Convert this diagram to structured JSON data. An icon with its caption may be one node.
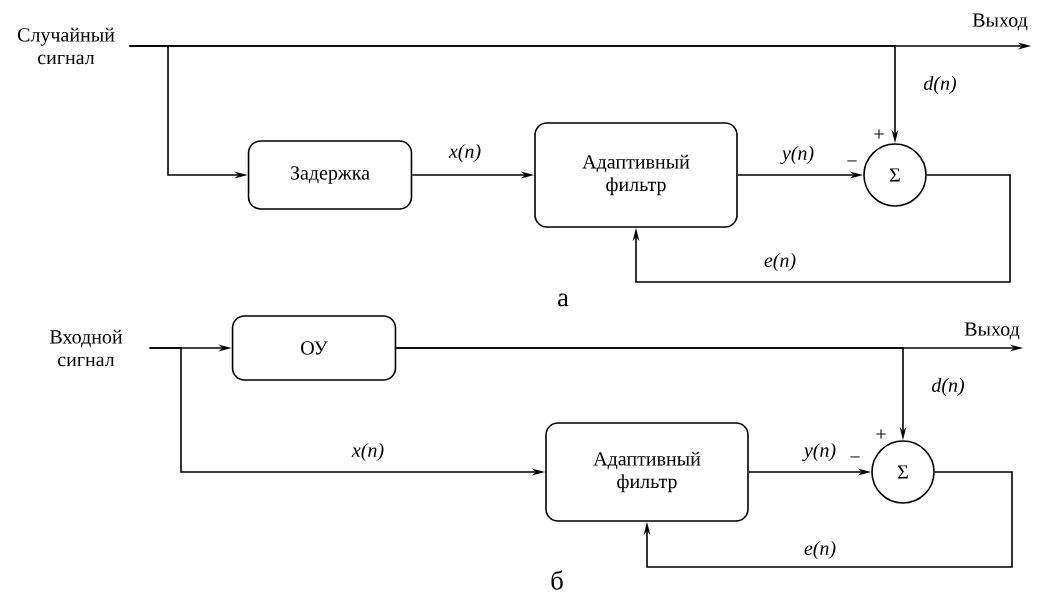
{
  "diagram": {
    "nodes": [
      {
        "text": [
          "Случайный сигнал"
        ]
      },
      {
        "text": [
          "Задержка"
        ]
      },
      {
        "text": [
          "Адаптивный фильтр"
        ]
      },
      {
        "text": [
          "Σ"
        ]
      },
      {
        "text": [
          "Выход"
        ]
      },
      {
        "text": [
          "Входной сигнал"
        ]
      },
      {
        "text": [
          "ОУ"
        ]
      },
      {
        "text": [
          "Адаптивный фильтр"
        ]
      },
      {
        "text": [
          "Σ"
        ]
      },
      {
        "text": [
          "Выход"
        ]
      }
    ],
    "edges": [
      {
        "from": 0,
        "to": 4,
        "arrow": "to"
      },
      {
        "from": 0,
        "to": 1,
        "arrow": "to"
      },
      {
        "from": 0,
        "to": 3,
        "arrow": "to",
        "label": "d(n)"
      },
      {
        "from": 1,
        "to": 2,
        "arrow": "to",
        "label": "x(n)"
      },
      {
        "from": 2,
        "to": 3,
        "arrow": "to",
        "label": "y(n)"
      },
      {
        "from": 3,
        "to": 2,
        "arrow": "to",
        "label": "e(n)"
      },
      {
        "from": 5,
        "to": 6,
        "arrow": "to"
      },
      {
        "from": 6,
        "to": 9,
        "arrow": "to"
      },
      {
        "from": 6,
        "to": 8,
        "arrow": "to",
        "label": "d(n)"
      },
      {
        "from": 5,
        "to": 7,
        "arrow": "to",
        "label": "x(n)"
      },
      {
        "from": 7,
        "to": 8,
        "arrow": "to",
        "label": "y(n)"
      },
      {
        "from": 8,
        "to": 7,
        "arrow": "to",
        "label": "e(n)"
      }
    ],
    "labels": [
      "+",
      "−",
      "а",
      "+",
      "−",
      "б"
    ]
  }
}
